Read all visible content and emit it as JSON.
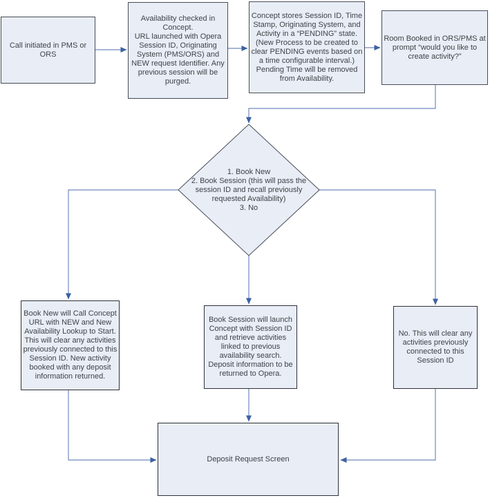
{
  "colors": {
    "node_fill": "#e8edf6",
    "node_border": "#474c56",
    "connector_line": "#7189bd",
    "arrowhead": "#3c61a3",
    "text": "#3f4347",
    "background": "#ffffff"
  },
  "nodes": {
    "start": {
      "label": "Call initiated in PMS or ORS"
    },
    "availability": {
      "label": "Availability checked in Concept.\nURL launched with Opera Session ID, Originating System (PMS/ORS) and NEW request Identifier. Any previous session will be purged."
    },
    "pending": {
      "label": "Concept stores Session ID, Time Stamp, Originating System, and Activity in a “PENDING” state. (New Process to be created to clear PENDING events based on a time configurable interval.) Pending Time will be removed from Availability."
    },
    "room_booked": {
      "label": "Room Booked in ORS/PMS at prompt “would you like to create activity?”"
    },
    "decision": {
      "label": "1. Book New\n2. Book Session (this will pass the session ID and recall previously requested Availability)\n3. No"
    },
    "book_new": {
      "label": "Book New will Call Concept URL with NEW and New Availability Lookup to Start. This will clear any activities previously connected to this Session ID. New activity booked with any deposit information returned."
    },
    "book_session": {
      "label": "Book Session will launch Concept with Session ID and retrieve activities linked to previous availability search. Deposit information to be returned to Opera."
    },
    "no_option": {
      "label": "No. This will clear any activities previously connected to this Session ID"
    },
    "deposit": {
      "label": "Deposit Request Screen"
    }
  },
  "edges": [
    {
      "from": "start",
      "to": "availability"
    },
    {
      "from": "availability",
      "to": "pending"
    },
    {
      "from": "pending",
      "to": "room_booked"
    },
    {
      "from": "room_booked",
      "to": "decision"
    },
    {
      "from": "decision",
      "to": "book_new"
    },
    {
      "from": "decision",
      "to": "book_session"
    },
    {
      "from": "decision",
      "to": "no_option"
    },
    {
      "from": "book_new",
      "to": "deposit"
    },
    {
      "from": "book_session",
      "to": "deposit"
    },
    {
      "from": "no_option",
      "to": "deposit"
    }
  ]
}
